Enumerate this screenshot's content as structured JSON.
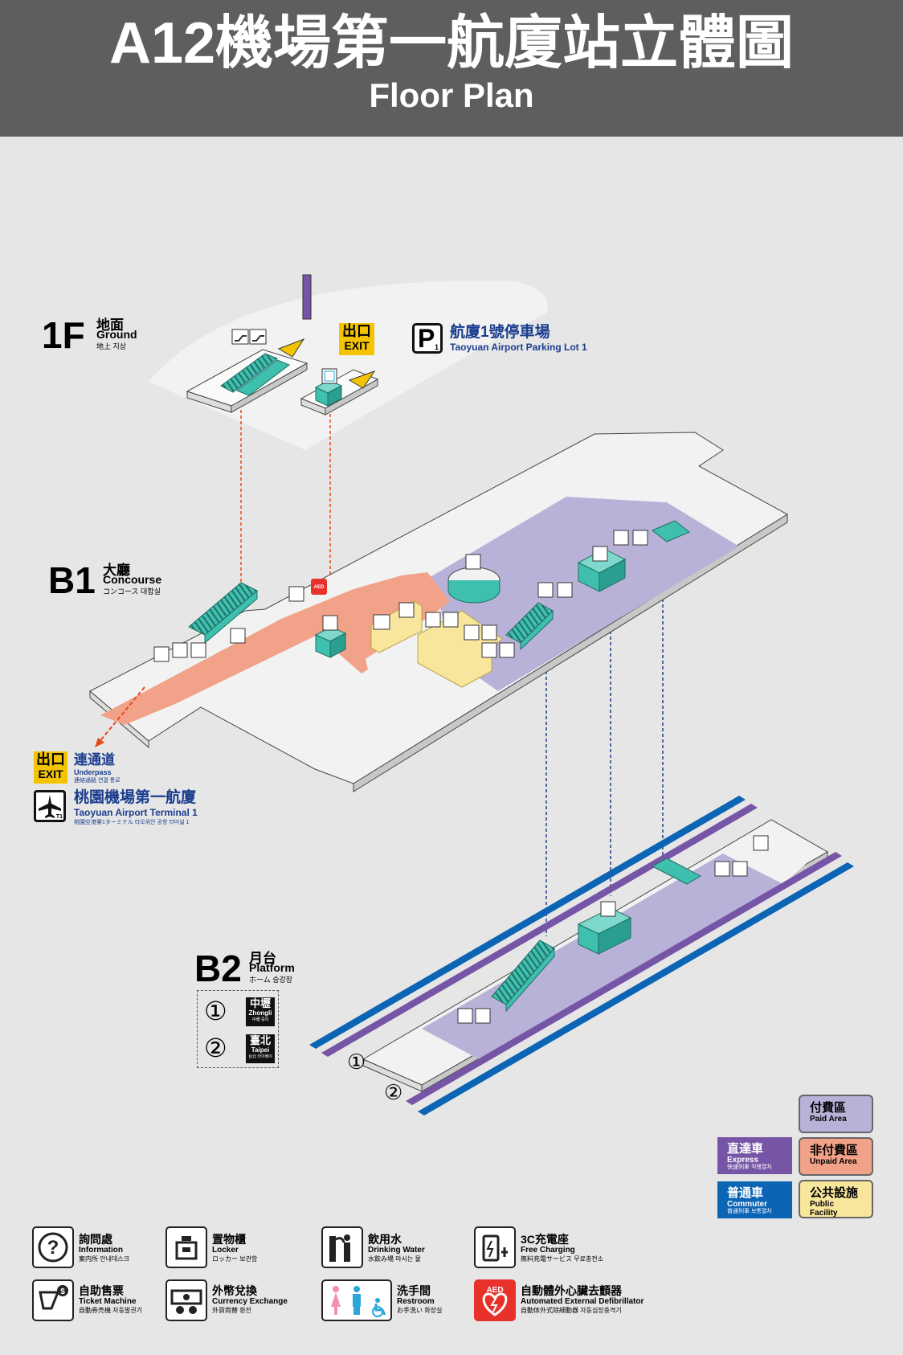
{
  "header": {
    "title": "A12機場第一航廈站立體圖",
    "subtitle": "Floor Plan"
  },
  "floors": {
    "f1": {
      "code": "1F",
      "zh": "地面",
      "en": "Ground",
      "sub": "地上 지상"
    },
    "b1": {
      "code": "B1",
      "zh": "大廳",
      "en": "Concourse",
      "sub": "コンコース 대합실"
    },
    "b2": {
      "code": "B2",
      "zh": "月台",
      "en": "Platform",
      "sub": "ホーム 승강장"
    }
  },
  "exit": {
    "zh": "出口",
    "en": "EXIT"
  },
  "parking": {
    "letter": "P",
    "num": "1",
    "zh": "航廈1號停車場",
    "en": "Taoyuan Airport Parking Lot 1"
  },
  "underpass": {
    "zh": "連通道",
    "en": "Underpass",
    "sub": "連絡通路 연결 통로"
  },
  "terminal": {
    "zh": "桃園機場第一航廈",
    "en": "Taoyuan Airport Terminal 1",
    "sub": "桃園空港第1ターミナル 타오위안 공항 터미널 1",
    "badge": "T1"
  },
  "aed_label": "AED",
  "platforms": [
    {
      "num": "①",
      "zh": "中壢",
      "en": "Zhongli",
      "sub": "中壢 중리"
    },
    {
      "num": "②",
      "zh": "臺北",
      "en": "Taipei",
      "sub": "台北 타이베이"
    }
  ],
  "track_labels": [
    "①",
    "②"
  ],
  "legend": {
    "paid": {
      "zh": "付費區",
      "en": "Paid Area",
      "color": "#b9b2d8"
    },
    "unpaid": {
      "zh": "非付費區",
      "en": "Unpaid Area",
      "color": "#f2a288"
    },
    "public": {
      "zh": "公共設施",
      "en": "Public Facility",
      "color": "#f7e69c"
    },
    "express": {
      "zh": "直達車",
      "en": "Express",
      "sub": "快速列車 직행열차",
      "color": "#7755a6"
    },
    "commuter": {
      "zh": "普通車",
      "en": "Commuter",
      "sub": "普通列車 보통열차",
      "color": "#0b64b4"
    }
  },
  "icons": [
    {
      "zh": "詢問處",
      "en": "Information",
      "sub": "案内所 안내데스크",
      "icon": "question-icon"
    },
    {
      "zh": "置物櫃",
      "en": "Locker",
      "sub": "ロッカー 보관함",
      "icon": "locker-icon"
    },
    {
      "zh": "飲用水",
      "en": "Drinking Water",
      "sub": "水飲み場 마시는 물",
      "icon": "drinking-water-icon"
    },
    {
      "zh": "3C充電座",
      "en": "Free Charging",
      "sub": "無料充電サービス 무료충전소",
      "icon": "charging-icon"
    },
    {
      "zh": "自助售票",
      "en": "Ticket Machine",
      "sub": "自動券売機 자동발권기",
      "icon": "ticket-machine-icon"
    },
    {
      "zh": "外幣兌換",
      "en": "Currency Exchange",
      "sub": "外貨両替 환전",
      "icon": "currency-icon"
    },
    {
      "zh": "洗手間",
      "en": "Restroom",
      "sub": "お手洗い 화장실",
      "icon": "restroom-icon"
    },
    {
      "zh": "自動體外心臟去顫器",
      "en": "Automated External Defibrillator",
      "sub": "自動体外式除細動器 자동심장충격기",
      "icon": "aed-icon"
    }
  ],
  "colors": {
    "paid": "#b9b2d8",
    "unpaid": "#f2a288",
    "public": "#f7e69c",
    "teal": "#3fbfae",
    "header": "#5e5e5e",
    "express": "#7755a6",
    "commuter": "#0b64b4",
    "exit_yellow": "#f5c400"
  }
}
